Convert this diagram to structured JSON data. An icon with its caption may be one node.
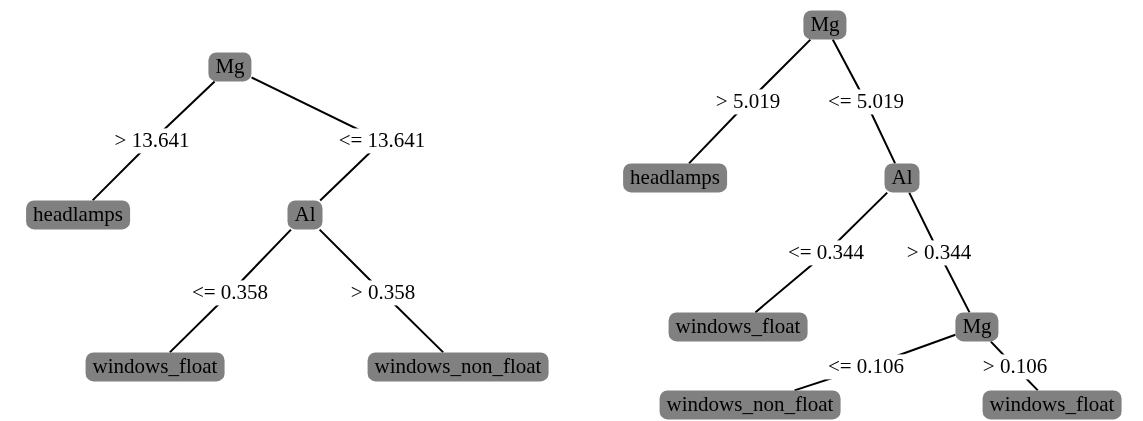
{
  "diagram": {
    "nodes": [
      {
        "text": [
          "Mg"
        ]
      },
      {
        "text": [
          "headlamps"
        ]
      },
      {
        "text": [
          "Al"
        ]
      },
      {
        "text": [
          "windows_float"
        ]
      },
      {
        "text": [
          "windows_non_float"
        ]
      },
      {
        "text": [
          "Mg"
        ]
      },
      {
        "text": [
          "headlamps"
        ]
      },
      {
        "text": [
          "Al"
        ]
      },
      {
        "text": [
          "windows_float"
        ]
      },
      {
        "text": [
          "Mg"
        ]
      },
      {
        "text": [
          "windows_non_float"
        ]
      },
      {
        "text": [
          "windows_float"
        ]
      }
    ],
    "edges": [
      {
        "from": 0,
        "to": 1,
        "arrow": "none",
        "label": "> 13.641"
      },
      {
        "from": 0,
        "to": 2,
        "arrow": "none",
        "label": "<= 13.641"
      },
      {
        "from": 2,
        "to": 3,
        "arrow": "none",
        "label": "<= 0.358"
      },
      {
        "from": 2,
        "to": 4,
        "arrow": "none",
        "label": "> 0.358"
      },
      {
        "from": 5,
        "to": 6,
        "arrow": "none",
        "label": "> 5.019"
      },
      {
        "from": 5,
        "to": 7,
        "arrow": "none",
        "label": "<= 5.019"
      },
      {
        "from": 7,
        "to": 8,
        "arrow": "none",
        "label": "<= 0.344"
      },
      {
        "from": 7,
        "to": 9,
        "arrow": "none",
        "label": "> 0.344"
      },
      {
        "from": 9,
        "to": 10,
        "arrow": "none",
        "label": "<= 0.106"
      },
      {
        "from": 9,
        "to": 11,
        "arrow": "none",
        "label": "> 0.106"
      }
    ]
  }
}
